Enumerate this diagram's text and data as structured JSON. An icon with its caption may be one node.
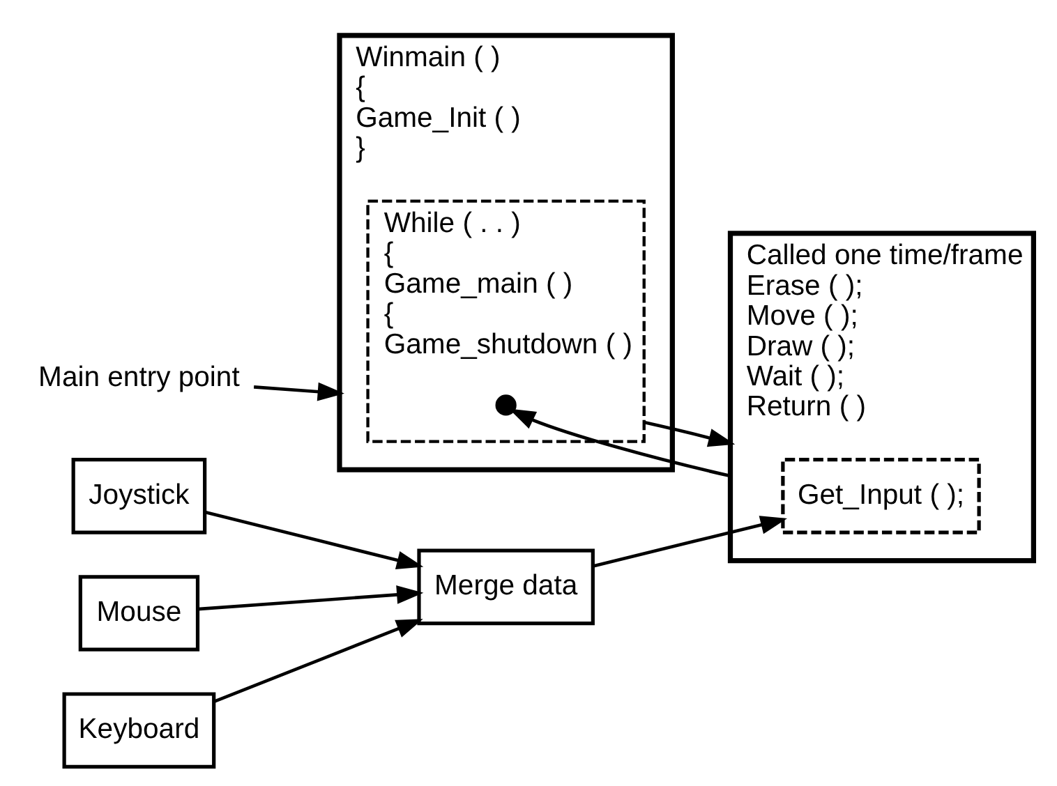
{
  "diagram": {
    "nodes": [
      {
        "text": [
          "Main entry point"
        ]
      },
      {
        "text": [
          "Winmain ( )",
          "{",
          "Game_Init ( )",
          "}"
        ]
      },
      {
        "text": [
          "While ( . . )",
          "{",
          "Game_main ( )",
          "{",
          "Game_shutdown ( )"
        ],
        "in": 1
      },
      {
        "text": [],
        "shape": "circle",
        "in": 2
      },
      {
        "text": [
          "Called one time/frame",
          "Erase ( );",
          "Move ( );",
          "Draw ( );",
          "Wait ( );",
          "Return ( )"
        ]
      },
      {
        "text": [
          "Get_Input ( );"
        ],
        "in": 4
      },
      {
        "text": [
          "Merge data"
        ]
      },
      {
        "text": [
          "Joystick"
        ]
      },
      {
        "text": [
          "Mouse"
        ]
      },
      {
        "text": [
          "Keyboard"
        ]
      }
    ],
    "edges": [
      {
        "from": 0,
        "to": 1,
        "arrow": "to"
      },
      {
        "from": 2,
        "to": 4,
        "arrow": "to"
      },
      {
        "from": 4,
        "to": 3,
        "arrow": "to"
      },
      {
        "from": 6,
        "to": 5,
        "arrow": "to"
      },
      {
        "from": 7,
        "to": 6,
        "arrow": "to"
      },
      {
        "from": 8,
        "to": 6,
        "arrow": "to"
      },
      {
        "from": 9,
        "to": 6,
        "arrow": "to"
      }
    ]
  }
}
